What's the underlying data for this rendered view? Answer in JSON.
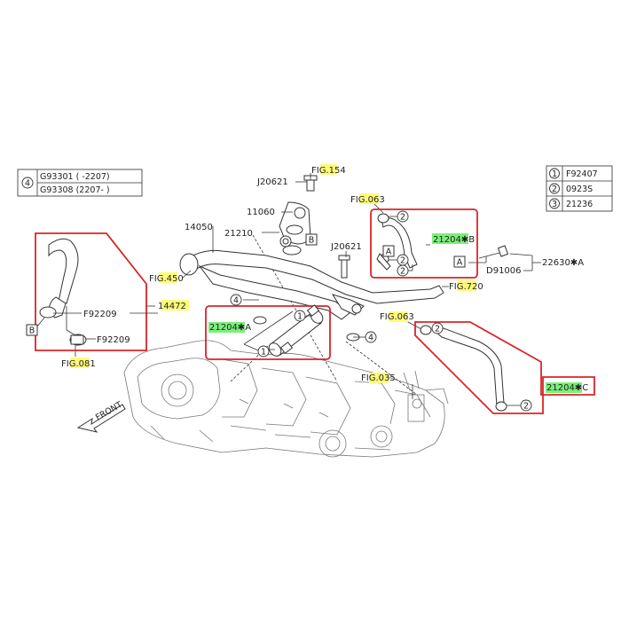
{
  "legend_left": {
    "marker": "4",
    "rows": [
      "G93301 ( -2207)",
      "G93308 (2207- )"
    ]
  },
  "legend_right": {
    "rows": [
      {
        "marker": "1",
        "code": "F92407"
      },
      {
        "marker": "2",
        "code": "0923S"
      },
      {
        "marker": "3",
        "code": "21236"
      }
    ]
  },
  "labels": {
    "fig154": "FIG.154",
    "j20621_top": "J20621",
    "fig063_top": "FIG.063",
    "p11060": "11060",
    "p14050": "14050",
    "p21210": "21210",
    "j20621_mid": "J20621",
    "p21204b": "21204✱B",
    "p22630a": "22630✱A",
    "d91006": "D91006",
    "fig450": "FIG.450",
    "p14472": "14472",
    "f92209_a": "F92209",
    "f92209_b": "F92209",
    "fig081": "FIG.081",
    "fig720": "FIG.720",
    "p21204a": "21204✱A",
    "fig063_mid": "FIG.063",
    "p21204c": "21204✱C",
    "fig035": "FIG.035",
    "front": "FRONT"
  },
  "refs": {
    "box_b": "B",
    "box_a": "A",
    "circle_1": "1",
    "circle_2": "2",
    "circle_4": "4"
  },
  "colors": {
    "highlight_yellow": "#fffb7a",
    "highlight_green": "#7af07a",
    "frame_red": "#d9252a"
  }
}
